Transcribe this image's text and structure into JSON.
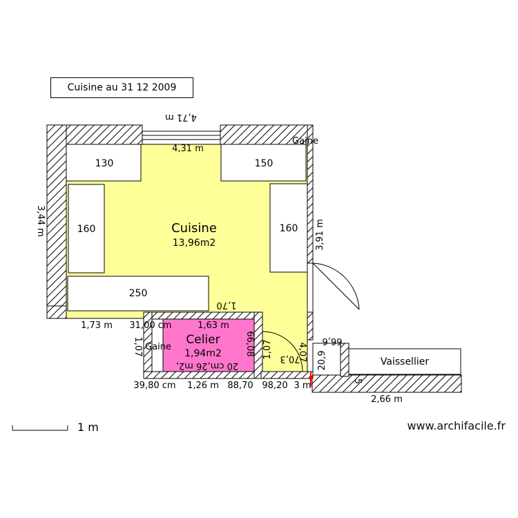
{
  "title": "Cuisine au 31 12 2009",
  "watermark": "www.archifacile.fr",
  "scale_bar": {
    "label": "1 m"
  },
  "colors": {
    "kitchen_floor": "#ffff99",
    "cellar_floor": "#ff77cc",
    "wall_hatch": "#000000",
    "furniture": "#ffffff"
  },
  "rooms": {
    "kitchen": {
      "name": "Cuisine",
      "area": "13,96m2"
    },
    "cellar": {
      "name": "Celier",
      "area": "1,94m2"
    }
  },
  "furniture": {
    "top_left": "130",
    "top_right": "150",
    "left": "160",
    "right": "160",
    "bottom": "250",
    "vaissellier": "Vaissellier"
  },
  "labels": {
    "gaine_top": "Gaine",
    "gaine_cellar": "Gaine"
  },
  "dimensions": {
    "top_outer": "4,71 m",
    "top_inner": "4,31 m",
    "left_outer": "3,44 m",
    "right_inner": "3,91 m",
    "bottom_left": "1,73 m",
    "cellar_top_a": "31,00 cm",
    "cellar_top_b": "1,63 m",
    "cellar_top_c": "1,70",
    "cellar_wall_a": "39,80 cm",
    "cellar_wall_b": "1,26 m",
    "cellar_wall_c": "88,70",
    "cellar_wall_d": "98,20",
    "cellar_wall_e": "3 m",
    "cellar_inner": "20 cm,26 m2,",
    "cellar_vert_a": "1,07",
    "cellar_vert_b": "66,08",
    "door_a": "1,07",
    "door_b": "70,3",
    "door_c": "4,07",
    "right_small_a": "66,6",
    "right_small_b": "20,9",
    "right_small_c": "5",
    "vaissellier_wall": "2,66 m"
  }
}
